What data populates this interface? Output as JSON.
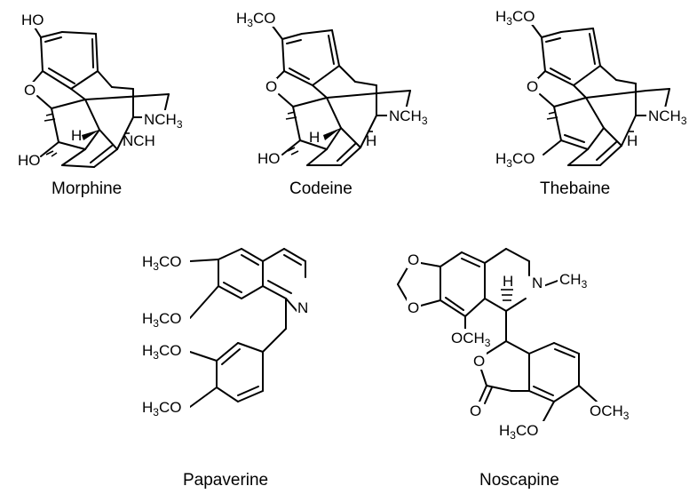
{
  "figure": {
    "molecules": [
      {
        "name": "Morphine",
        "labels": [
          "HO",
          "O",
          "HO",
          "H",
          "NCH",
          "3"
        ]
      },
      {
        "name": "Codeine",
        "labels": [
          "H",
          "3",
          "CO",
          "O",
          "HO",
          "H",
          "H",
          "NCH",
          "3"
        ]
      },
      {
        "name": "Thebaine",
        "labels": [
          "H",
          "3",
          "CO",
          "O",
          "H",
          "3",
          "CO",
          "H",
          "NCH",
          "3"
        ]
      },
      {
        "name": "Papaverine",
        "labels": [
          "H",
          "3",
          "CO",
          "H",
          "3",
          "CO",
          "H",
          "3",
          "CO",
          "H",
          "3",
          "CO",
          "N"
        ]
      },
      {
        "name": "Noscapine",
        "labels": [
          "O",
          "O",
          "H",
          "N",
          "CH",
          "3",
          "OCH",
          "3",
          "O",
          "O",
          "OCH",
          "3",
          "H",
          "3",
          "CO"
        ]
      }
    ]
  }
}
